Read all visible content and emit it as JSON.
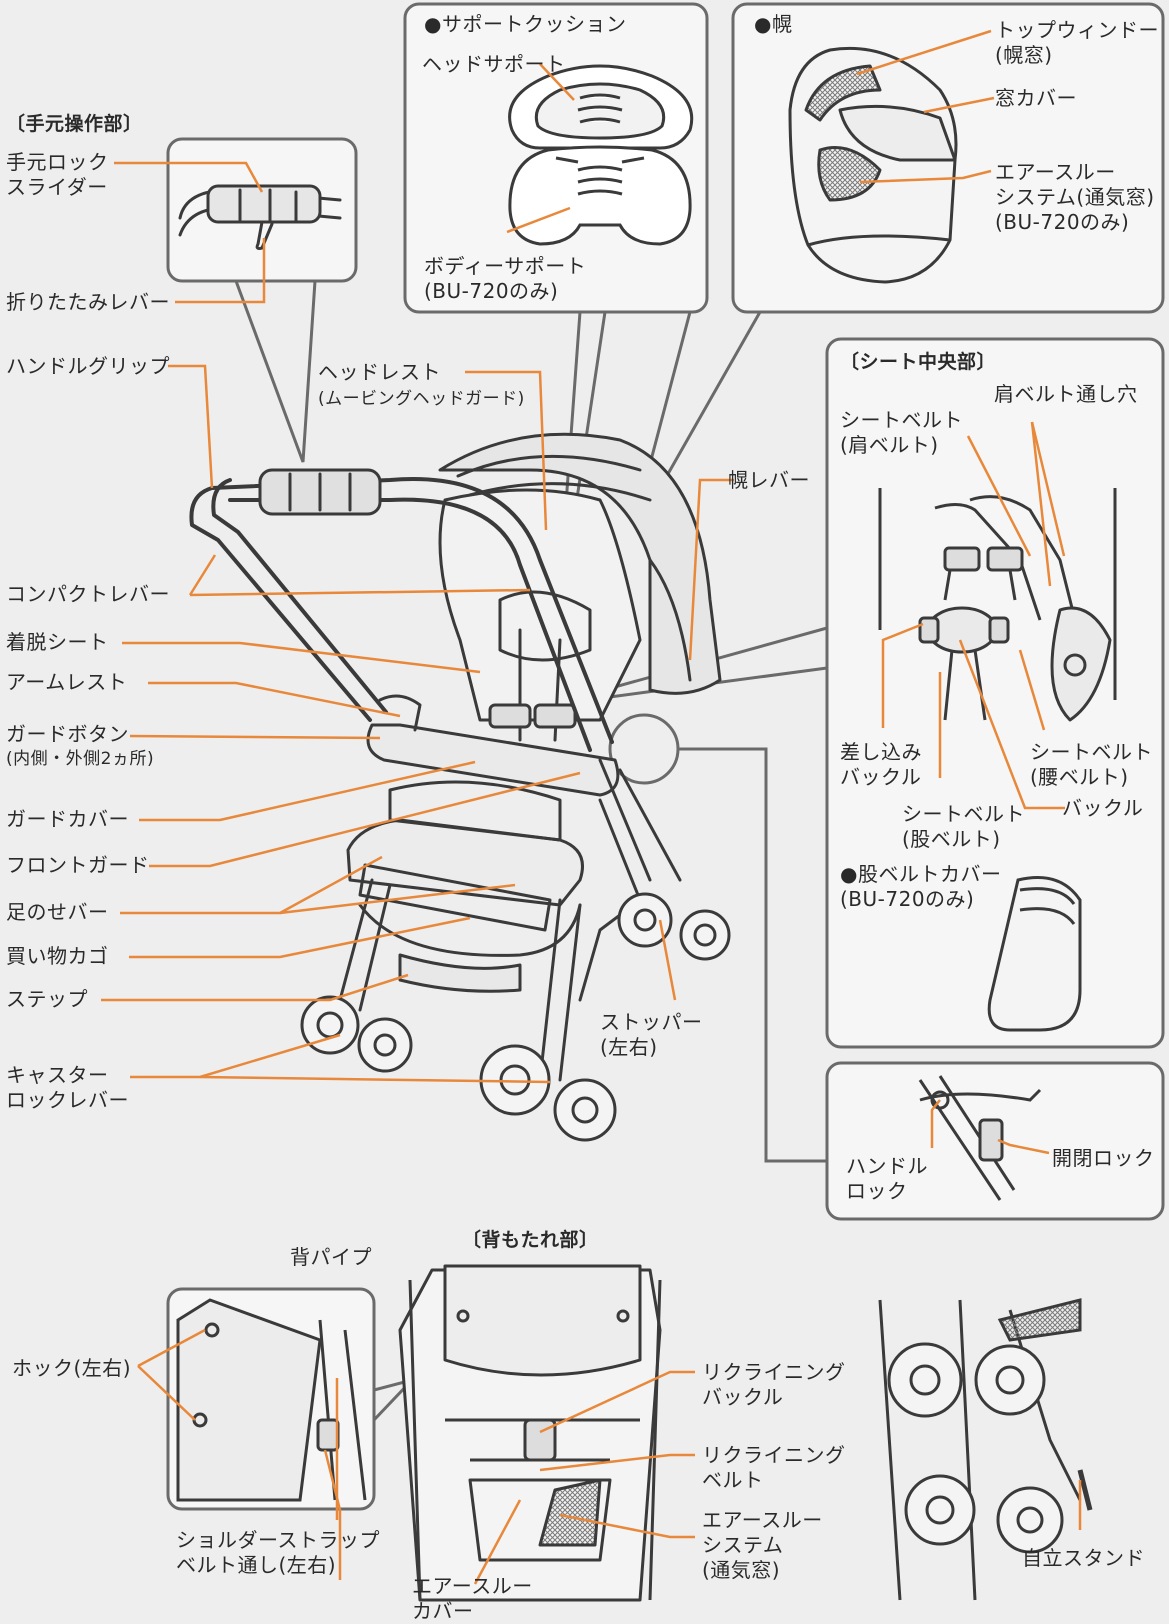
{
  "sections": {
    "hand_control": "〔手元操作部〕",
    "support_cushion": "●サポートクッション",
    "canopy": "●幌",
    "seat_center": "〔シート中央部〕",
    "crotch_cover": "●股ベルトカバー\n(BU-720のみ)",
    "backrest": "〔背もたれ部〕"
  },
  "labels": {
    "hand_lock_slider": "手元ロック\nスライダー",
    "fold_lever": "折りたたみレバー",
    "handle_grip": "ハンドルグリップ",
    "compact_lever": "コンパクトレバー",
    "removable_seat": "着脱シート",
    "armrest": "アームレスト",
    "guard_button": "ガードボタン",
    "guard_button_note": "(内側・外側2ヵ所)",
    "guard_cover": "ガードカバー",
    "front_guard": "フロントガード",
    "footrest_bar": "足のせバー",
    "shopping_basket": "買い物カゴ",
    "step": "ステップ",
    "caster_lock": "キャスター\nロックレバー",
    "head_support": "ヘッドサポート",
    "body_support": "ボディーサポート\n(BU-720のみ)",
    "headrest": "ヘッドレスト",
    "headrest_note": "(ムービングヘッドガード)",
    "top_window": "トップウィンドー\n(幌窓)",
    "window_cover": "窓カバー",
    "air_through_canopy": "エアースルー\nシステム(通気窓)\n(BU-720のみ)",
    "canopy_lever": "幌レバー",
    "seatbelt_shoulder": "シートベルト\n(肩ベルト)",
    "shoulder_belt_hole": "肩ベルト通し穴",
    "insert_buckle": "差し込み\nバックル",
    "seatbelt_waist": "シートベルト\n(腰ベルト)",
    "seatbelt_crotch": "シートベルト\n(股ベルト)",
    "buckle": "バックル",
    "stopper": "ストッパー\n(左右)",
    "handle_lock": "ハンドル\nロック",
    "open_close_lock": "開閉ロック",
    "back_pipe": "背パイプ",
    "hook": "ホック(左右)",
    "shoulder_strap": "ショルダーストラップ\nベルト通し(左右)",
    "recline_buckle": "リクライニング\nバックル",
    "recline_belt": "リクライニング\nベルト",
    "air_through_back": "エアースルー\nシステム\n(通気窓)",
    "air_through_cover": "エアースルー\nカバー",
    "self_stand": "自立スタンド"
  },
  "colors": {
    "leader": "#e8883a",
    "line": "#3a3a3a",
    "box_border": "#6a6a6a",
    "box_fill": "#f6f6f6",
    "background": "#eeeeee",
    "mesh": "#8a8a8a"
  }
}
